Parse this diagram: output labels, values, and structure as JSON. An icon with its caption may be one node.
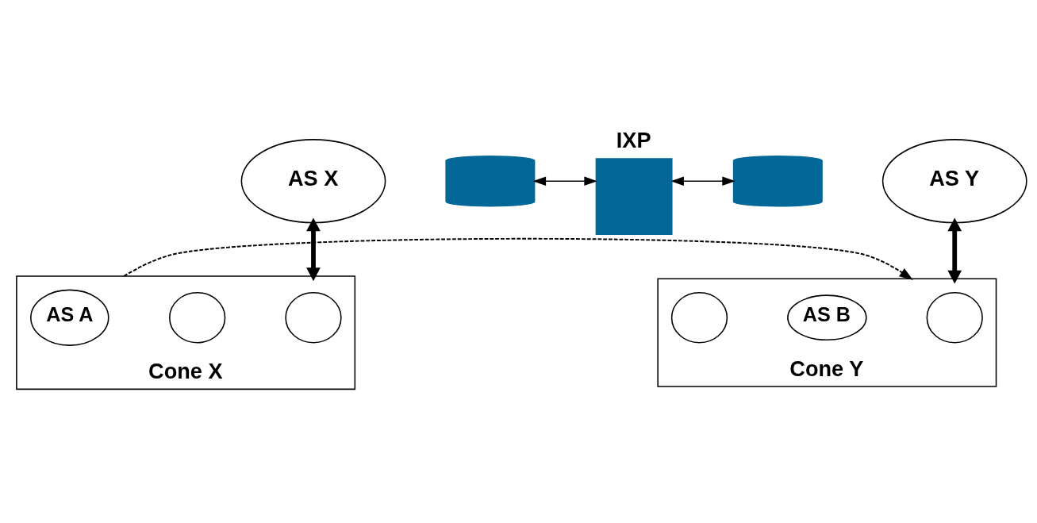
{
  "diagram": {
    "nodes": [
      {
        "text": [
          "AS X"
        ]
      },
      {
        "text": [],
        "shape": "cylinder"
      },
      {
        "text": [
          "IXP"
        ]
      },
      {
        "text": [],
        "shape": "cylinder"
      },
      {
        "text": [
          "AS Y"
        ]
      },
      {
        "text": [
          "Cone X"
        ]
      },
      {
        "text": [],
        "shape": "cloud",
        "in": 5
      },
      {
        "text": [],
        "shape": "cloud",
        "in": 5
      },
      {
        "text": [
          "AS A"
        ],
        "in": 5
      },
      {
        "text": [
          "Cone Y"
        ]
      },
      {
        "text": [],
        "shape": "cloud",
        "in": 9
      },
      {
        "text": [
          "AS B"
        ],
        "in": 9
      },
      {
        "text": [],
        "shape": "cloud",
        "in": 9
      }
    ],
    "edges": [
      {
        "from": 0,
        "to": 5,
        "arrow": "both",
        "style": "thick"
      },
      {
        "from": 1,
        "to": 2,
        "arrow": "both"
      },
      {
        "from": 2,
        "to": 3,
        "arrow": "both"
      },
      {
        "from": 4,
        "to": 9,
        "arrow": "both",
        "style": "thick"
      },
      {
        "from": 5,
        "to": 9,
        "arrow": "to",
        "style": "dashed"
      }
    ]
  }
}
